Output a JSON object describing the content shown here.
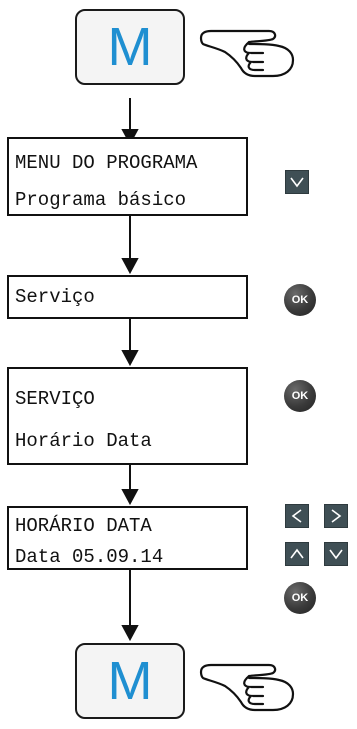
{
  "menu_key_top": {
    "label": "M"
  },
  "screen_1": {
    "line1": "MENU DO PROGRAMA",
    "line2": "Programa básico"
  },
  "screen_2": {
    "line1": "Serviço"
  },
  "screen_3": {
    "line1": "SERVIÇO",
    "line2": "Horário Data"
  },
  "screen_4": {
    "line1": "HORÁRIO DATA",
    "line2": "Data 05.09.14"
  },
  "menu_key_bottom": {
    "label": "M"
  },
  "ok_button": {
    "label": "OK"
  },
  "colors": {
    "m_letter": "#1f8fd1",
    "nav_button": "#3f4f55",
    "ok_button": "#3a3a3a"
  },
  "icons": [
    "pointing-hand-icon",
    "chevron-down-icon",
    "chevron-left-icon",
    "chevron-right-icon",
    "chevron-up-icon"
  ]
}
